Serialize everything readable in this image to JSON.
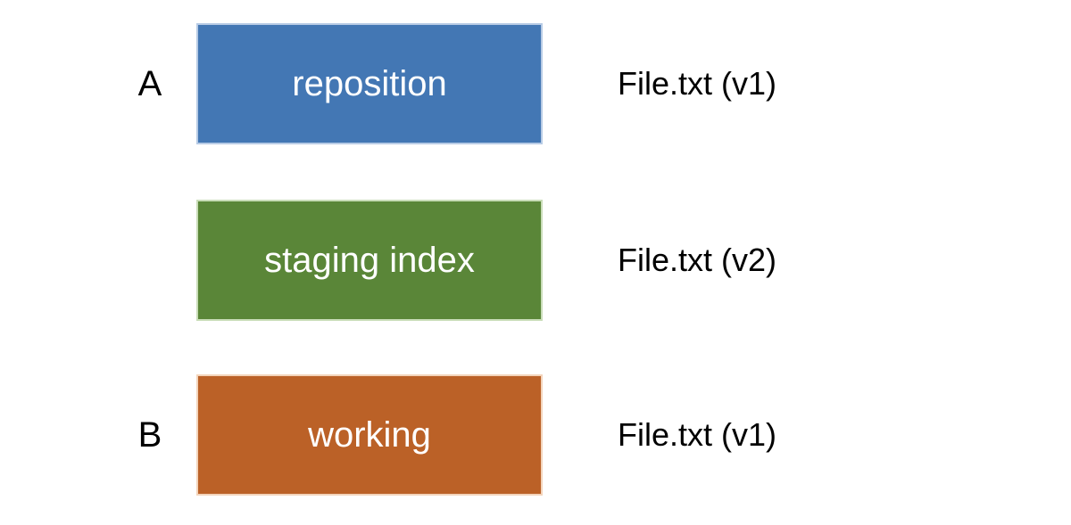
{
  "diagram": {
    "background": "#ffffff",
    "text_color": "#000000",
    "box_text_color": "#ffffff",
    "rows": [
      {
        "side_label": "A",
        "box_label": "reposition",
        "box_fill": "#4377b4",
        "box_border": "#b7cbe5",
        "file_label": "File.txt (v1)"
      },
      {
        "side_label": "",
        "box_label": "staging index",
        "box_fill": "#5a8638",
        "box_border": "#c9ddb8",
        "file_label": "File.txt (v2)"
      },
      {
        "side_label": "B",
        "box_label": "working",
        "box_fill": "#bb6127",
        "box_border": "#f3d4bb",
        "file_label": "File.txt (v1)"
      }
    ]
  }
}
